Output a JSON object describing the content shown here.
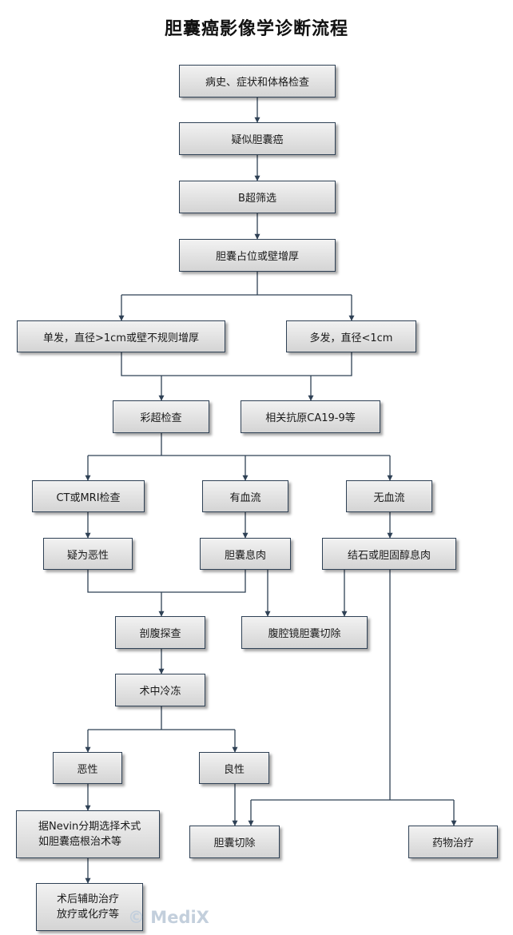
{
  "title": "胆囊癌影像学诊断流程",
  "watermark": "© MediX",
  "nodes": {
    "history": "病史、症状和体格检查",
    "suspected": "疑似胆囊癌",
    "b_ultrasound": "B超筛选",
    "mass_thickening": "胆囊占位或壁增厚",
    "single": "单发，直径>1cm或壁不规则增厚",
    "multiple": "多发，直径<1cm",
    "color_doppler": "彩超检查",
    "ca199": "相关抗原CA19-9等",
    "ct_mri": "CT或MRI检查",
    "blood_flow": "有血流",
    "no_blood_flow": "无血流",
    "suspect_malignant": "疑为恶性",
    "polyp": "胆囊息肉",
    "stone_cholesterol": "结石或胆固醇息肉",
    "laparotomy": "剖腹探查",
    "lap_chole": "腹腔镜胆囊切除",
    "frozen_section": "术中冷冻",
    "malignant": "恶性",
    "benign": "良性",
    "nevin_line1": "据Nevin分期选择术式",
    "nevin_line2": "如胆囊癌根治术等",
    "cholecystectomy": "胆囊切除",
    "drug_therapy": "药物治疗",
    "adjuvant_line1": "术后辅助治疗",
    "adjuvant_line2": "放疗或化疗等"
  }
}
